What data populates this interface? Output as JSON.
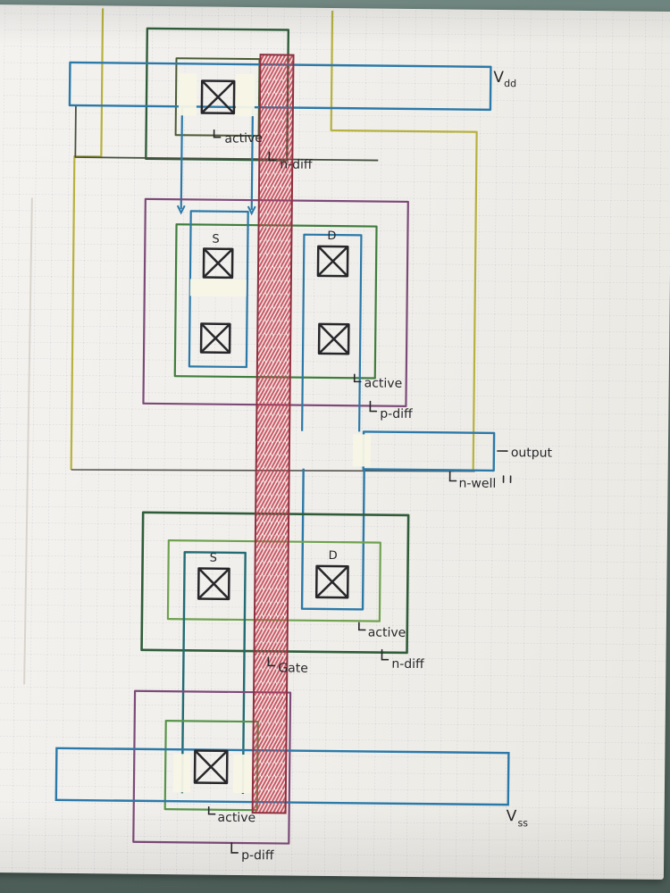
{
  "photo": {
    "desk_color": "#667d75",
    "paper_color": "#f1efeb",
    "grid_color": "#a9b0c0"
  },
  "palette": {
    "metal_blue": "#2b79a8",
    "poly_red": "#c5384a",
    "poly_outline": "#8e3040",
    "n_diff_green": "#2f5d3a",
    "active_olive": "#4a5a33",
    "active_green": "#57944a",
    "active_light_green": "#6fa14f",
    "p_diff_purple": "#7c4a78",
    "n_well_yellow": "#b7b13d",
    "source_wire_teal": "#206b74",
    "contact_ink": "#27272b",
    "ink": "#26262a",
    "tape_white": "#f7f5e6"
  },
  "rails": {
    "vdd_main": "V",
    "vdd_sub": "dd",
    "vss_main": "V",
    "vss_sub": "ss"
  },
  "labels": {
    "gate": "Gate",
    "output": "output",
    "n_well": "n-well",
    "top_active": "active",
    "top_n_diff": "n-diff",
    "pmos_source": "S",
    "pmos_drain": "D",
    "pmos_active": "active",
    "pmos_p_diff": "p-diff",
    "nmos_source": "S",
    "nmos_drain": "D",
    "nmos_active": "active",
    "nmos_n_diff": "n-diff",
    "tap_active": "active",
    "tap_p_diff": "p-diff"
  }
}
